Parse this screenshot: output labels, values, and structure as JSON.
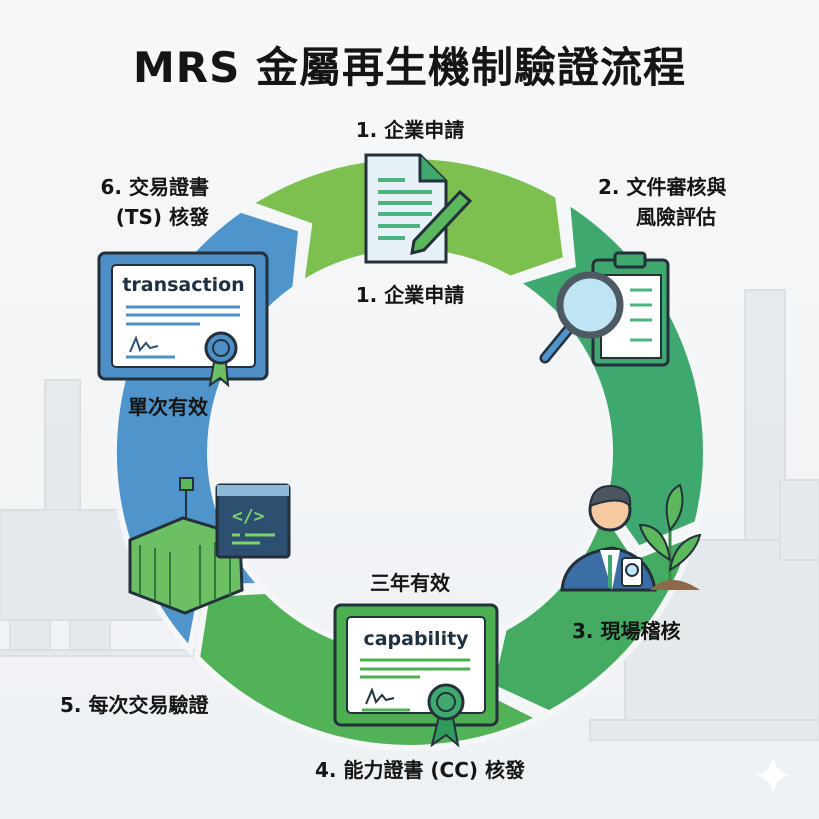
{
  "title": "MRS 金屬再生機制驗證流程",
  "steps": {
    "step1": "1. 企業申請",
    "step1_center": "1. 企業申請",
    "step2_line1": "2. 文件審核與",
    "step2_line2": "風險評估",
    "step3": "3. 現場稽核",
    "step4": "4. 能力證書 (CC) 核發",
    "step5": "5. 每次交易驗證",
    "step6_line1": "6. 交易證書",
    "step6_line2": "(TS) 核發"
  },
  "certificates": {
    "transaction": {
      "word": "transaction",
      "validity": "單次有效"
    },
    "capability": {
      "word": "capability",
      "validity": "三年有效"
    }
  },
  "colors": {
    "seg1": "#7dc04f",
    "seg2": "#3fa86e",
    "seg3": "#45aa62",
    "seg4": "#52b257",
    "seg5": "#4f95cc"
  }
}
